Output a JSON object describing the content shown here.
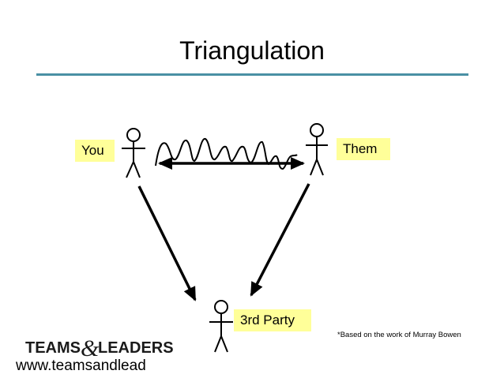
{
  "slide": {
    "title": "Triangulation",
    "accent_color": "#4a90a4",
    "label_bg_color": "#ffff99"
  },
  "people": {
    "you": "You",
    "them": "Them",
    "third_party": "3rd Party"
  },
  "footnote": "*Based on the work of Murray Bowen",
  "logo": {
    "text_left": "TEAMS",
    "ampersand": "&",
    "text_right": "LEADERS"
  },
  "website": "www.teamsandlead"
}
